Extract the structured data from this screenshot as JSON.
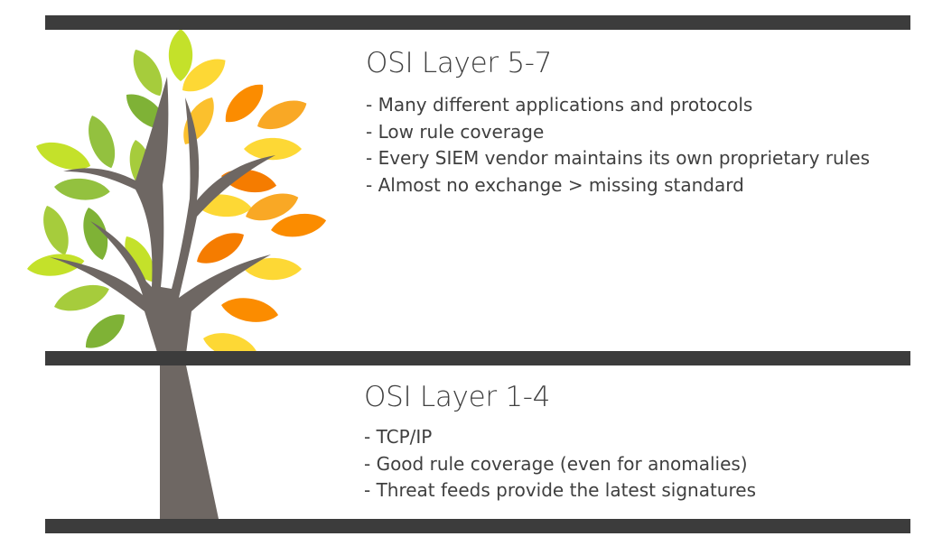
{
  "upper": {
    "title": "OSI Layer 5-7",
    "items": [
      "- Many different applications and protocols",
      "- Low rule coverage",
      "- Every SIEM vendor maintains its own proprietary rules",
      "- Almost no exchange > missing standard"
    ]
  },
  "lower": {
    "title": "OSI Layer 1-4",
    "items": [
      "- TCP/IP",
      "- Good rule coverage (even for anomalies)",
      "- Threat feeds provide the latest signatures"
    ]
  },
  "colors": {
    "bar": "#3c3c3c",
    "trunk": "#6e6763",
    "text": "#3f3f3f",
    "leaf_palette": [
      "#7fb236",
      "#93c13f",
      "#a6cc3c",
      "#c4e12a",
      "#fdd835",
      "#fbc02d",
      "#f9a825",
      "#fb8c00",
      "#f57c00"
    ]
  }
}
